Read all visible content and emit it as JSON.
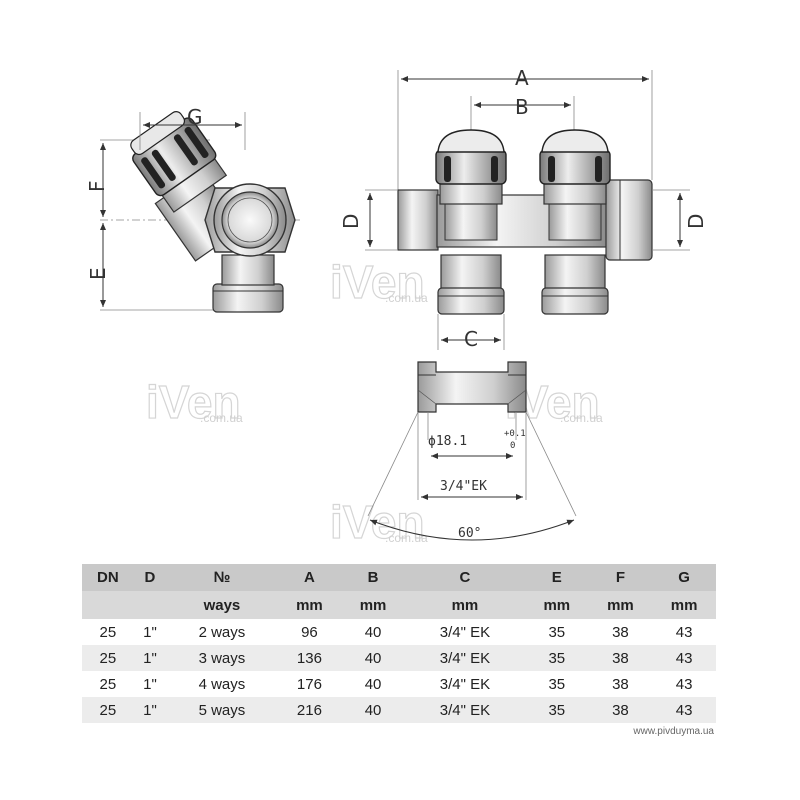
{
  "watermark": {
    "brand": "iVen",
    "domain": ".com.ua"
  },
  "drawing": {
    "dim_labels": {
      "A": "A",
      "B": "B",
      "C": "C",
      "D": "D",
      "E": "E",
      "F": "F",
      "G": "G"
    },
    "diameter": "ϕ18.1",
    "tol_plus": "+0.1",
    "tol_minus": "0",
    "thread": "3/4\"EK",
    "angle": "60°"
  },
  "table": {
    "headers": [
      "DN",
      "D",
      "№",
      "A",
      "B",
      "C",
      "E",
      "F",
      "G"
    ],
    "units": [
      "",
      "",
      "ways",
      "mm",
      "mm",
      "mm",
      "mm",
      "mm",
      "mm"
    ],
    "rows": [
      [
        "25",
        "1\"",
        "2 ways",
        "96",
        "40",
        "3/4\" EK",
        "35",
        "38",
        "43"
      ],
      [
        "25",
        "1\"",
        "3 ways",
        "136",
        "40",
        "3/4\" EK",
        "35",
        "38",
        "43"
      ],
      [
        "25",
        "1\"",
        "4 ways",
        "176",
        "40",
        "3/4\" EK",
        "35",
        "38",
        "43"
      ],
      [
        "25",
        "1\"",
        "5 ways",
        "216",
        "40",
        "3/4\" EK",
        "35",
        "38",
        "43"
      ]
    ]
  },
  "source": "www.pivduyma.ua"
}
